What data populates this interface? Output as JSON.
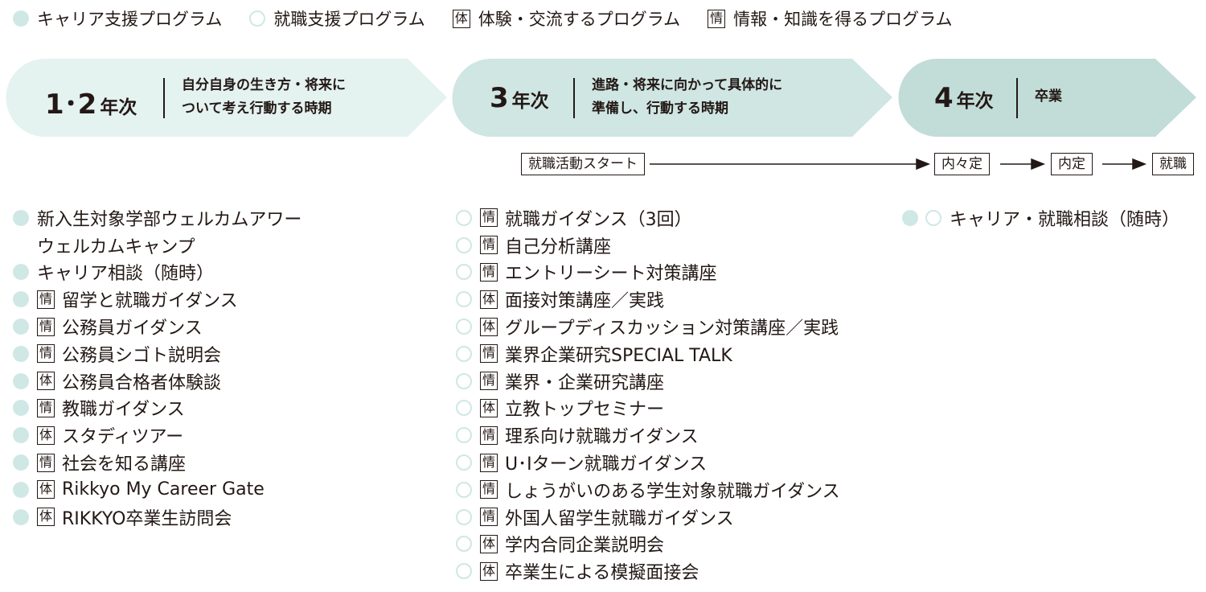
{
  "legend": [
    {
      "marker": "filled",
      "label": "キャリア支援プログラム"
    },
    {
      "marker": "outline",
      "label": "就職支援プログラム"
    },
    {
      "marker": "badge",
      "badge_text": "体",
      "label": "体験・交流するプログラム"
    },
    {
      "marker": "badge",
      "badge_text": "情",
      "label": "情報・知識を得るプログラム"
    }
  ],
  "stages": [
    {
      "num": "1･2",
      "suffix": "年次",
      "desc_line1": "自分自身の生き方・将来に",
      "desc_line2": "ついて考え行動する時期"
    },
    {
      "num": "3",
      "suffix": "年次",
      "desc_line1": "進路・将来に向かって具体的に",
      "desc_line2": "準備し、行動する時期"
    },
    {
      "num": "4",
      "suffix": "年次",
      "desc_line1": "卒業",
      "desc_line2": ""
    }
  ],
  "stage_colors": {
    "light": "#e4f2f0",
    "mid": "#cfe6e3",
    "dark": "#c2dcd8"
  },
  "timeline": {
    "start": "就職活動スタート",
    "naitei_informal": "内々定",
    "naitei": "内定",
    "employment": "就職"
  },
  "programs": {
    "col1": [
      {
        "dots": [
          "filled"
        ],
        "badge": "",
        "label": "新入生対象学部ウェルカムアワー"
      },
      {
        "dots": [],
        "badge": "",
        "label": "ウェルカムキャンプ",
        "continuation": true
      },
      {
        "dots": [
          "filled"
        ],
        "badge": "",
        "label": "キャリア相談（随時）"
      },
      {
        "dots": [
          "filled"
        ],
        "badge": "情",
        "label": "留学と就職ガイダンス"
      },
      {
        "dots": [
          "filled"
        ],
        "badge": "情",
        "label": "公務員ガイダンス"
      },
      {
        "dots": [
          "filled"
        ],
        "badge": "情",
        "label": "公務員シゴト説明会"
      },
      {
        "dots": [
          "filled"
        ],
        "badge": "体",
        "label": "公務員合格者体験談"
      },
      {
        "dots": [
          "filled"
        ],
        "badge": "情",
        "label": "教職ガイダンス"
      },
      {
        "dots": [
          "filled"
        ],
        "badge": "体",
        "label": "スタディツアー"
      },
      {
        "dots": [
          "filled"
        ],
        "badge": "情",
        "label": "社会を知る講座"
      },
      {
        "dots": [
          "filled"
        ],
        "badge": "体",
        "label": "Rikkyo My Career Gate"
      },
      {
        "dots": [
          "filled"
        ],
        "badge": "体",
        "label": "RIKKYO卒業生訪問会"
      }
    ],
    "col2": [
      {
        "dots": [
          "outline"
        ],
        "badge": "情",
        "label": "就職ガイダンス（3回）"
      },
      {
        "dots": [
          "outline"
        ],
        "badge": "情",
        "label": "自己分析講座"
      },
      {
        "dots": [
          "outline"
        ],
        "badge": "情",
        "label": "エントリーシート対策講座"
      },
      {
        "dots": [
          "outline"
        ],
        "badge": "体",
        "label": "面接対策講座／実践"
      },
      {
        "dots": [
          "outline"
        ],
        "badge": "体",
        "label": "グループディスカッション対策講座／実践"
      },
      {
        "dots": [
          "outline"
        ],
        "badge": "情",
        "label": "業界企業研究SPECIAL TALK"
      },
      {
        "dots": [
          "outline"
        ],
        "badge": "情",
        "label": "業界・企業研究講座"
      },
      {
        "dots": [
          "outline"
        ],
        "badge": "体",
        "label": "立教トップセミナー"
      },
      {
        "dots": [
          "outline"
        ],
        "badge": "情",
        "label": "理系向け就職ガイダンス"
      },
      {
        "dots": [
          "outline"
        ],
        "badge": "情",
        "label": "U･Iターン就職ガイダンス"
      },
      {
        "dots": [
          "outline"
        ],
        "badge": "情",
        "label": "しょうがいのある学生対象就職ガイダンス"
      },
      {
        "dots": [
          "outline"
        ],
        "badge": "情",
        "label": "外国人留学生就職ガイダンス"
      },
      {
        "dots": [
          "outline"
        ],
        "badge": "体",
        "label": "学内合同企業説明会"
      },
      {
        "dots": [
          "outline"
        ],
        "badge": "体",
        "label": "卒業生による模擬面接会"
      }
    ],
    "col3": [
      {
        "dots": [
          "filled",
          "outline"
        ],
        "badge": "",
        "label": "キャリア・就職相談（随時）"
      }
    ]
  }
}
